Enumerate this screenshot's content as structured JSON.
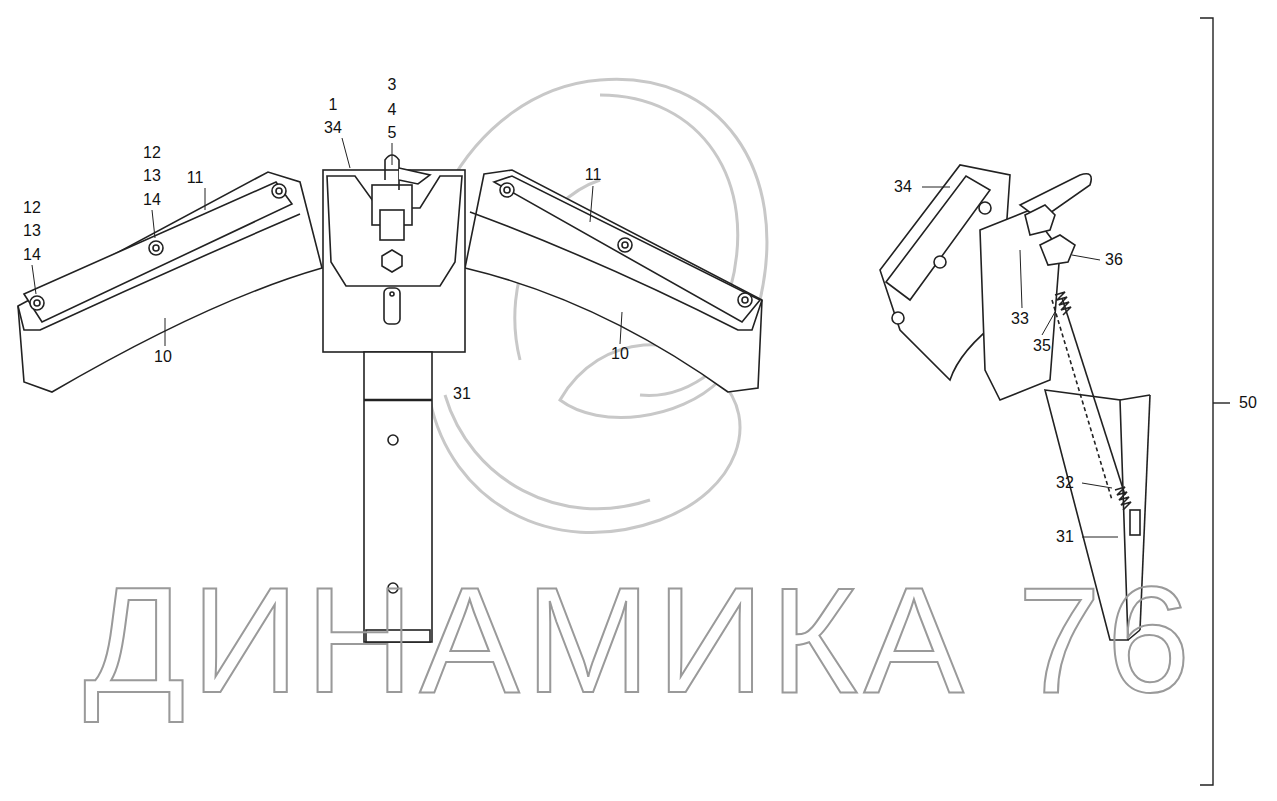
{
  "diagram": {
    "labels": [
      "1",
      "34",
      "3",
      "4",
      "5",
      "12",
      "13",
      "14",
      "11",
      "12",
      "13",
      "14",
      "10",
      "11",
      "10",
      "31",
      "34",
      "36",
      "33",
      "35",
      "32",
      "31",
      "50",
      "ДИНАМИКА 76"
    ]
  }
}
